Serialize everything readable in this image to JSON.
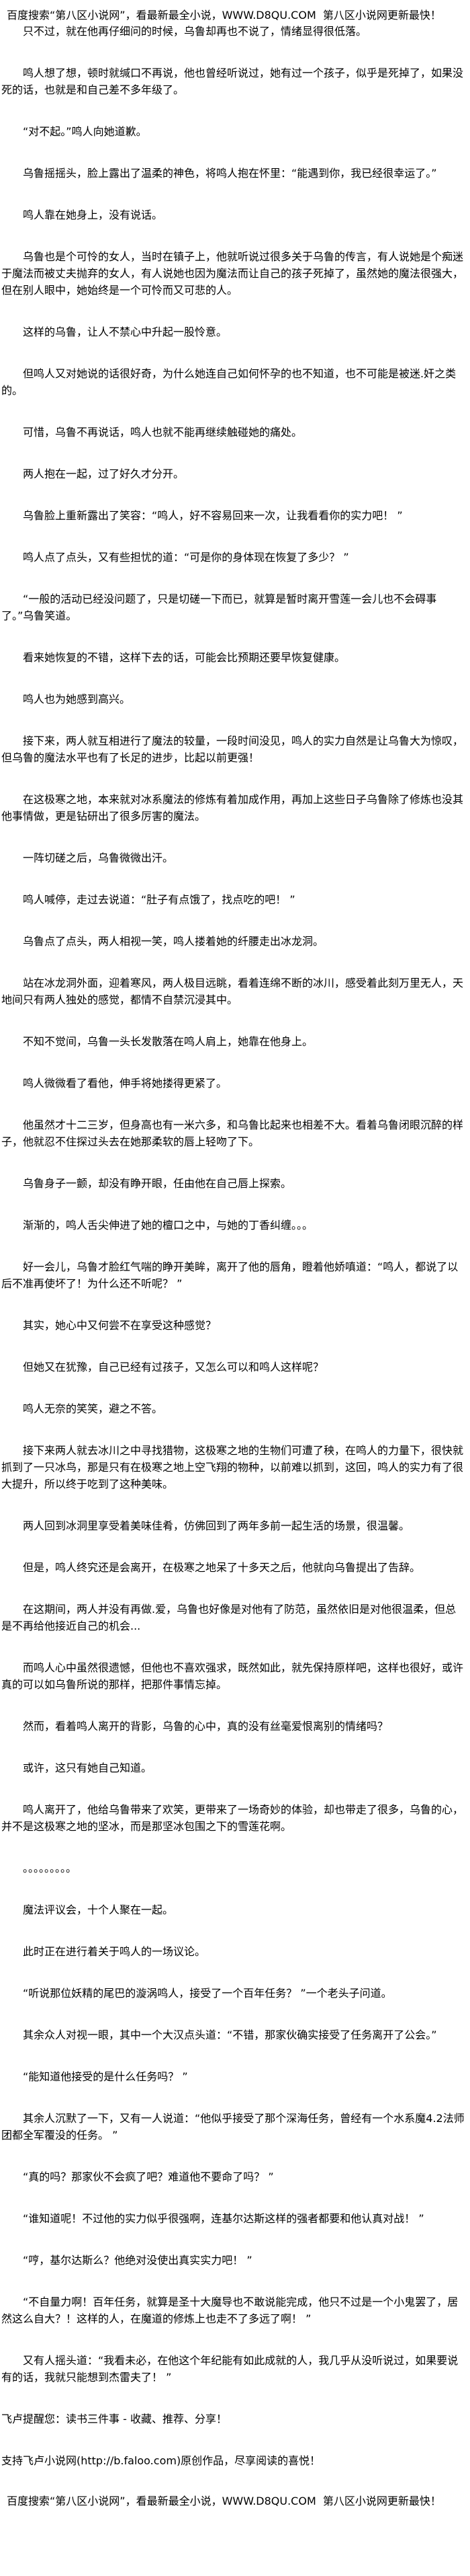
{
  "site_banner": "百度搜索“第八区小说网”，看最新最全小说，WWW.D8QU.COM  第八区小说网更新最快！",
  "paragraphs": [
    "只不过，就在他再仔细问的时候，乌鲁却再也不说了，情绪显得很低落。",
    "鸣人想了想，顿时就缄口不再说，他也曾经听说过，她有过一个孩子，似乎是死掉了，如果没死的话，也就是和自己差不多年级了。",
    "“对不起。”鸣人向她道歉。",
    "乌鲁摇摇头，脸上露出了温柔的神色，将鸣人抱在怀里：“能遇到你，我已经很幸运了。”",
    "鸣人靠在她身上，没有说话。",
    "乌鲁也是个可怜的女人，当时在镇子上，他就听说过很多关于乌鲁的传言，有人说她是个痴迷于魔法而被丈夫抛弃的女人，有人说她也因为魔法而让自己的孩子死掉了，虽然她的魔法很强大，但在别人眼中，她始终是一个可怜而又可悲的人。",
    "这样的乌鲁，让人不禁心中升起一股怜意。",
    "但鸣人又对她说的话很好奇，为什么她连自己如何怀孕的也不知道，也不可能是被迷.奸之类的。",
    "可惜，乌鲁不再说话，鸣人也就不能再继续触碰她的痛处。",
    "两人抱在一起，过了好久才分开。",
    "乌鲁脸上重新露出了笑容：“鸣人，好不容易回来一次，让我看看你的实力吧！ ”",
    "鸣人点了点头，又有些担忧的道：“可是你的身体现在恢复了多少？ ”",
    "“一般的活动已经没问题了，只是切磋一下而已，就算是暂时离开雪莲一会儿也不会碍事了。”乌鲁笑道。",
    "看来她恢复的不错，这样下去的话，可能会比预期还要早恢复健康。",
    "鸣人也为她感到高兴。",
    "接下来，两人就互相进行了魔法的较量，一段时间没见，鸣人的实力自然是让乌鲁大为惊叹，但乌鲁的魔法水平也有了长足的进步，比起以前更强！",
    "在这极寒之地，本来就对冰系魔法的修炼有着加成作用，再加上这些日子乌鲁除了修炼也没其他事情做，更是钻研出了很多厉害的魔法。",
    "一阵切磋之后，乌鲁微微出汗。",
    "鸣人喊停，走过去说道：“肚子有点饿了，找点吃的吧！ ”",
    "乌鲁点了点头，两人相视一笑，鸣人搂着她的纤腰走出冰龙洞。",
    "站在冰龙洞外面，迎着寒风，两人极目远眺，看着连绵不断的冰川，感受着此刻万里无人，天地间只有两人独处的感觉，都情不自禁沉浸其中。",
    "不知不觉间，乌鲁一头长发散落在鸣人肩上，她靠在他身上。",
    "鸣人微微看了看他，伸手将她搂得更紧了。",
    "他虽然才十二三岁，但身高也有一米六多，和乌鲁比起来也相差不大。看着乌鲁闭眼沉醉的样子，他就忍不住探过头去在她那柔软的唇上轻吻了下。",
    "乌鲁身子一颤，却没有睁开眼，任由他在自己唇上探索。",
    "渐渐的，鸣人舌尖伸进了她的檀口之中，与她的丁香纠缠。。。",
    "好一会儿，乌鲁才脸红气喘的睁开美眸，离开了他的唇角，瞪着他娇嗔道：“鸣人，都说了以后不准再使坏了！为什么还不听呢？ ”",
    "其实，她心中又何尝不在享受这种感觉？",
    "但她又在犹豫，自己已经有过孩子，又怎么可以和鸣人这样呢？",
    "鸣人无奈的笑笑，避之不答。",
    "接下来两人就去冰川之中寻找猎物，这极寒之地的生物们可遭了秧，在鸣人的力量下，很快就抓到了一只冰鸟，那是只有在极寒之地上空飞翔的物种，以前难以抓到，这回，鸣人的实力有了很大提升，所以终于吃到了这种美味。",
    "两人回到冰洞里享受着美味佳肴，仿佛回到了两年多前一起生活的场景，很温馨。",
    "但是，鸣人终究还是会离开，在极寒之地呆了十多天之后，他就向乌鲁提出了告辞。",
    "在这期间，两人并没有再做.爱，乌鲁也好像是对他有了防范，虽然依旧是对他很温柔，但总是不再给他接近自己的机会...",
    "而鸣人心中虽然很遗憾，但他也不喜欢强求，既然如此，就先保持原样吧，这样也很好，或许真的可以如乌鲁所说的那样，把那件事情忘掉。",
    "然而，看着鸣人离开的背影，乌鲁的心中，真的没有丝毫爱恨离别的情绪吗？",
    "或许，这只有她自己知道。",
    "鸣人离开了，他给乌鲁带来了欢笑，更带来了一场奇妙的体验，却也带走了很多，乌鲁的心，并不是这极寒之地的坚冰，而是那坚冰包围之下的雪莲花啊。",
    "。。。。。。。。。",
    "魔法评议会，十个人聚在一起。",
    "此时正在进行着关于鸣人的一场议论。",
    "“听说那位妖精的尾巴的漩涡鸣人，接受了一个百年任务？ ”一个老头子问道。",
    "其余众人对视一眼，其中一个大汉点头道：“不错，那家伙确实接受了任务离开了公会。”",
    "“能知道他接受的是什么任务吗？ ”",
    "其余人沉默了一下，又有一人说道：“他似乎接受了那个深海任务，曾经有一个水系魔4.2法师团都全军覆没的任务。 ”",
    "“真的吗？那家伙不会疯了吧？难道他不要命了吗？ ”",
    "“谁知道呢！不过他的实力似乎很强啊，连基尔达斯这样的强者都要和他认真对战！ ”",
    "“哼，基尔达斯么？他绝对没使出真实实力吧！ ”",
    "“不自量力啊！百年任务，就算是圣十大魔导也不敢说能完成，他只不过是一个小鬼罢了，居然这么自大？！这样的人，在魔道的修炼上也走不了多远了啊！ ”",
    "又有人摇头道：“我看未必，在他这个年纪能有如此成就的人，我几乎从没听说过，如果要说有的话，我就只能想到杰雷夫了！ ”"
  ],
  "footer": {
    "reminder": "飞卢提醒您：读书三件事 - 收藏、推荐、分享！",
    "support": "支持飞卢小说网(http://b.faloo.com)原创作品，尽享阅读的喜悦！",
    "site_banner": "百度搜索“第八区小说网”，看最新最全小说，WWW.D8QU.COM  第八区小说网更新最快！"
  }
}
